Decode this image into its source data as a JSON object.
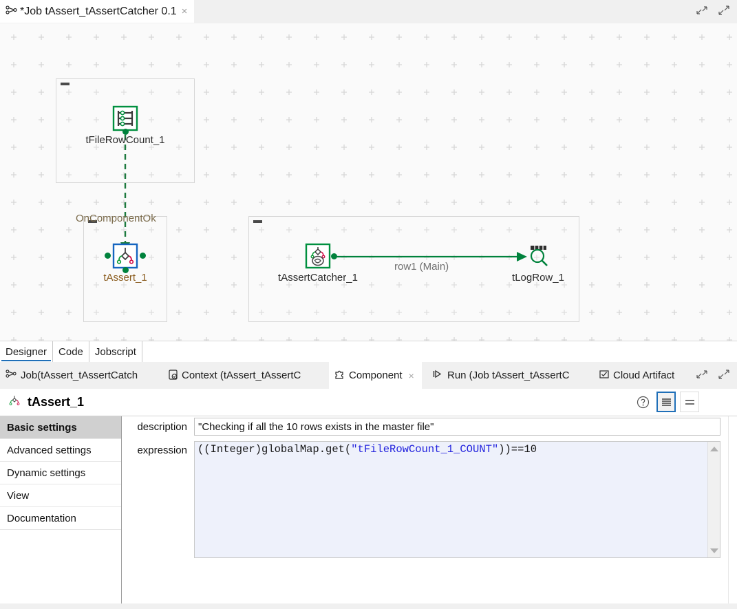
{
  "editor": {
    "tab_icon": "job-icon",
    "tab_title": "*Job tAssert_tAssertCatcher 0.1",
    "close_label": "×",
    "minimize_label": "minimize-icon",
    "maximize_label": "maximize-icon"
  },
  "canvas": {
    "nodes": [
      {
        "id": "tFileRowCount_1",
        "label": "tFileRowCount_1",
        "icon": "file-row-count-icon"
      },
      {
        "id": "tAssert_1",
        "label": "tAssert_1",
        "icon": "assert-icon"
      },
      {
        "id": "tAssertCatcher_1",
        "label": "tAssertCatcher_1",
        "icon": "assert-catcher-icon"
      },
      {
        "id": "tLogRow_1",
        "label": "tLogRow_1",
        "icon": "log-row-icon"
      }
    ],
    "connections": [
      {
        "id": "trigger1",
        "label": "OnComponentOk",
        "style": "dashed",
        "from": "tFileRowCount_1",
        "to": "tAssert_1"
      },
      {
        "id": "row1",
        "label": "row1 (Main)",
        "style": "solid",
        "from": "tAssertCatcher_1",
        "to": "tLogRow_1"
      }
    ]
  },
  "bottom_tabs": {
    "items": [
      {
        "label": "Designer",
        "active": true
      },
      {
        "label": "Code",
        "active": false
      },
      {
        "label": "Jobscript",
        "active": false
      }
    ]
  },
  "view_tabs": {
    "items": [
      {
        "label": "Job(tAssert_tAssertCatch",
        "icon": "job-icon",
        "active": false,
        "closable": false
      },
      {
        "label": "Context (tAssert_tAssertC",
        "icon": "context-icon",
        "active": false,
        "closable": false
      },
      {
        "label": "Component",
        "icon": "component-icon",
        "active": true,
        "closable": true
      },
      {
        "label": "Run (Job tAssert_tAssertC",
        "icon": "run-icon",
        "active": false,
        "closable": false
      },
      {
        "label": "Cloud Artifact",
        "icon": "cloud-artifact-icon",
        "active": false,
        "closable": false
      }
    ],
    "close_label": "×",
    "minimize_label": "minimize-icon",
    "maximize_label": "maximize-icon"
  },
  "component": {
    "title": "tAssert_1",
    "title_icon": "assert-icon",
    "help_icon": "help-icon",
    "view_toggle_1": "detailed-view-icon",
    "view_toggle_2": "compact-view-icon",
    "settings": [
      {
        "label": "Basic settings",
        "active": true
      },
      {
        "label": "Advanced settings",
        "active": false
      },
      {
        "label": "Dynamic settings",
        "active": false
      },
      {
        "label": "View",
        "active": false
      },
      {
        "label": "Documentation",
        "active": false
      }
    ],
    "fields": {
      "description_label": "description",
      "description_value": "\"Checking if all the 10 rows exists in the master file\"",
      "expression_label": "expression",
      "expression_prefix": "((Integer)globalMap.get(",
      "expression_string": "\"tFileRowCount_1_COUNT\"",
      "expression_suffix": "))==10"
    },
    "scroll_up": "scroll-up-arrow",
    "scroll_down": "scroll-down-arrow"
  },
  "colors": {
    "accent": "#1f6fb8",
    "green": "#00823c",
    "red": "#c8104a",
    "canvas_bg": "#fafafa"
  }
}
